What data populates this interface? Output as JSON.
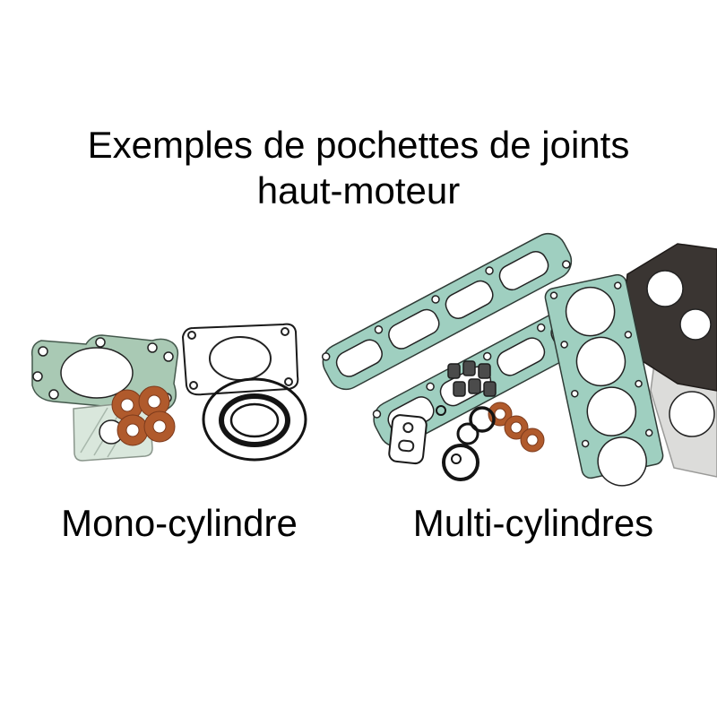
{
  "title": {
    "line1": "Exemples de pochettes de joints",
    "line2": "haut-moteur"
  },
  "labels": {
    "left": "Mono-cylindre",
    "right": "Multi-cylindres"
  },
  "colors": {
    "background": "#ffffff",
    "text": "#000000",
    "gasket_teal": "#9fcfc0",
    "gasket_green": "#a9c9b4",
    "gasket_light": "#d9e7dc",
    "copper": "#b05a2c",
    "copper_edge": "#7c3a1c",
    "outline": "#1a1a1a",
    "dark_gasket": "#3a3532",
    "metal": "#dcdcda"
  }
}
